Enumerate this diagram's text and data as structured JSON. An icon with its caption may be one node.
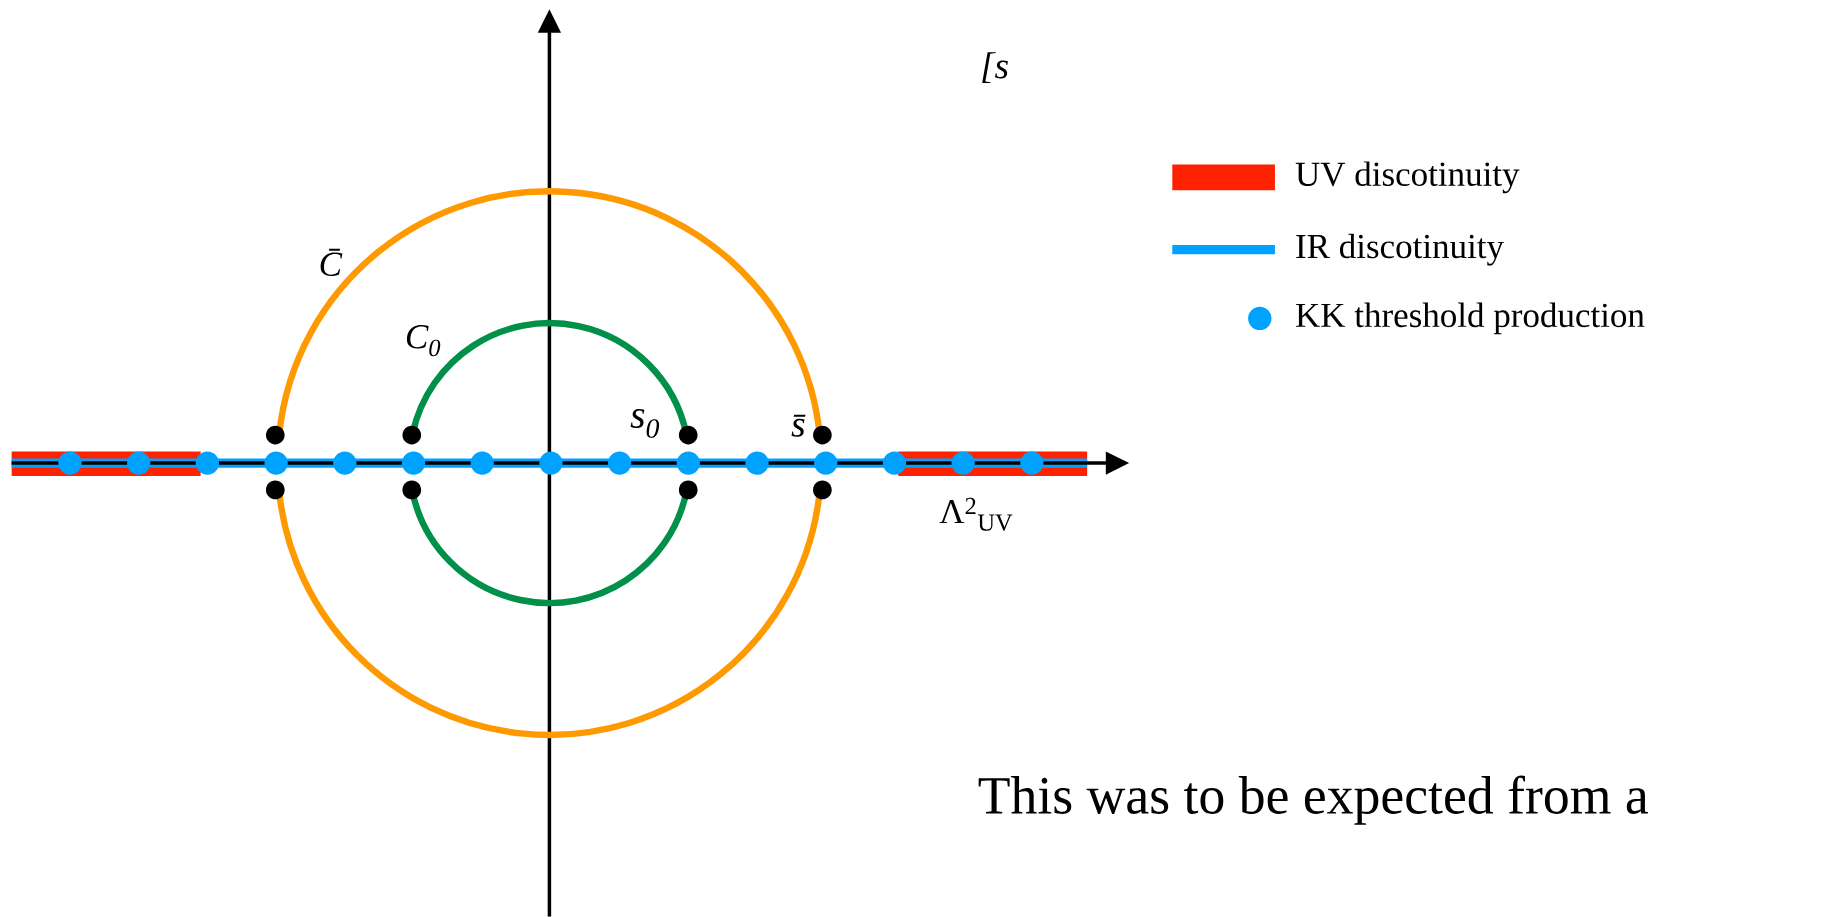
{
  "diagram": {
    "labels": [
      "[s",
      "C̄",
      "C$_{0}$",
      "s$_{0}$",
      "s̄",
      "Λ$^{2}$$_{UV}$",
      "This was to be expected from a"
    ],
    "legend": [
      {
        "text": "UV discotinuity",
        "color": "#ff2200"
      },
      {
        "text": "IR discotinuity",
        "color": "#00a2ff"
      },
      {
        "text": "KK threshold production"
      }
    ]
  }
}
